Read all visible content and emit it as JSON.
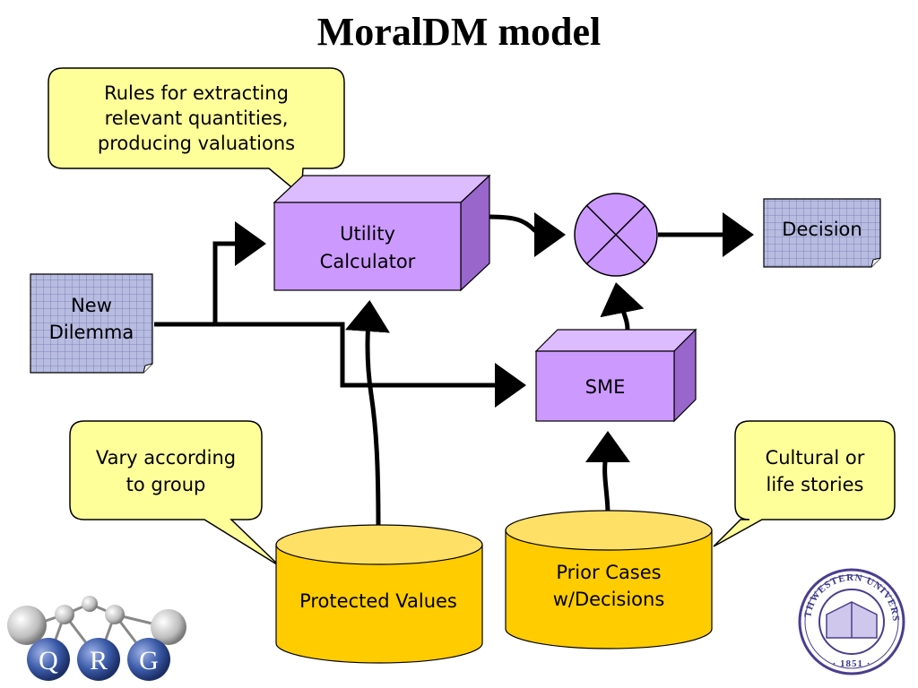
{
  "title": "MoralDM  model",
  "callouts": {
    "rules": [
      "Rules for extracting",
      "relevant quantities,",
      "producing valuations"
    ],
    "vary": [
      "Vary according",
      "to group"
    ],
    "cultural": [
      "Cultural or",
      "life stories"
    ]
  },
  "nodes": {
    "utility": [
      "Utility",
      "Calculator"
    ],
    "new_dilemma": [
      "New",
      "Dilemma"
    ],
    "sme": "SME",
    "decision": "Decision",
    "protected_values": "Protected Values",
    "prior_cases": [
      "Prior Cases",
      "w/Decisions"
    ]
  },
  "logo": {
    "letters": [
      "Q",
      "R",
      "G"
    ]
  },
  "seal": {
    "top": "NORTHWESTERN UNIVERSITY",
    "year": "· 1851 ·"
  },
  "colors": {
    "box_front": "#CC99FF",
    "box_top": "#DDBBFF",
    "box_side": "#9966CC",
    "callout": "#FFFF99",
    "cylinder": "#FFCC00",
    "document": "#B8BCE0",
    "logo_ball": "#3B5BA8",
    "seal": "#4B3E8E"
  }
}
